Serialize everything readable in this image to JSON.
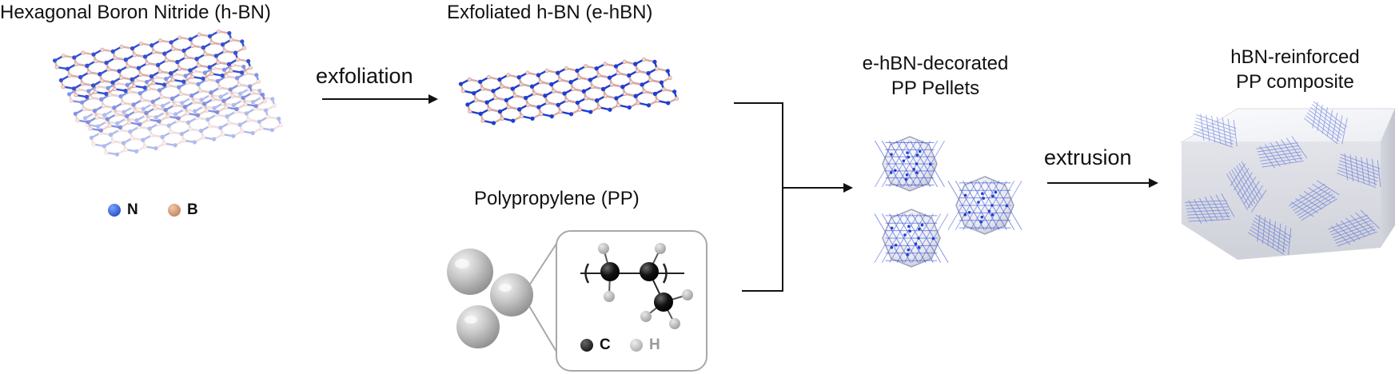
{
  "diagram": {
    "titles": {
      "hbn": "Hexagonal Boron Nitride (h-BN)",
      "ehbn": "Exfoliated h-BN (e-hBN)",
      "pp": "Polypropylene (PP)",
      "pellets_line1": "e-hBN-decorated",
      "pellets_line2": "PP Pellets",
      "composite_line1": "hBN-reinforced",
      "composite_line2": "PP composite"
    },
    "steps": {
      "exfoliation": "exfoliation",
      "extrusion": "extrusion"
    },
    "legend_bn": [
      {
        "symbol": "N",
        "color": "#1f4fd6"
      },
      {
        "symbol": "B",
        "color": "#c98b67"
      }
    ],
    "legend_pp": [
      {
        "symbol": "C",
        "color": "#111111"
      },
      {
        "symbol": "H",
        "color": "#a9a9a9"
      }
    ],
    "colors": {
      "nitrogen": "#1f3fd0",
      "boron": "#d9aaa0",
      "arrow": "#111111",
      "inset_border": "#a8a8a8",
      "composite_block": "#e6e7ec"
    }
  }
}
